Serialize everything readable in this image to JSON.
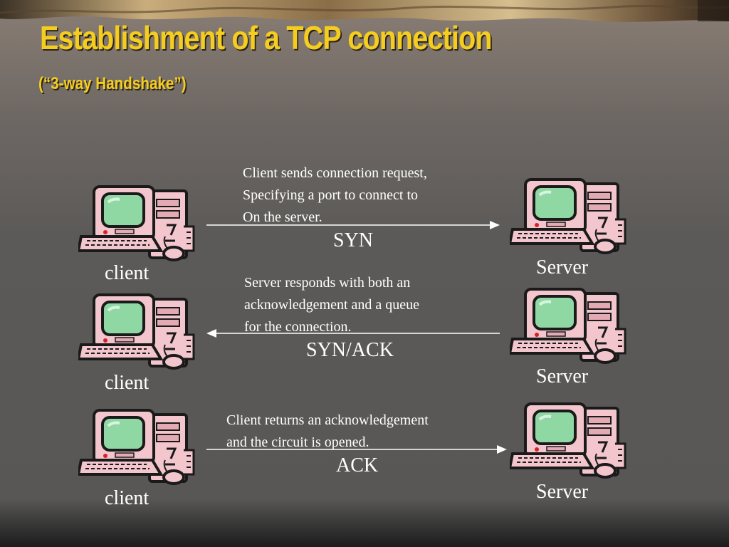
{
  "slide": {
    "title": "Establishment of a TCP connection",
    "subtitle": "(“3-way Handshake”)",
    "colors": {
      "title": "#f5cd1e",
      "text": "#ffffff",
      "arrow": "#ffffff",
      "background": "#585756"
    }
  },
  "diagram": {
    "steps": [
      {
        "description": "Client sends connection request,\nSpecifying a port to connect to\nOn the server.",
        "message": "SYN",
        "direction": "client-to-server",
        "client_label": "client",
        "server_label": "Server"
      },
      {
        "description": "Server responds with both an\nacknowledgement and a queue\nfor the connection.",
        "message": "SYN/ACK",
        "direction": "server-to-client",
        "client_label": "client",
        "server_label": "Server"
      },
      {
        "description": "Client returns an acknowledgement\nand the circuit is opened.",
        "message": "ACK",
        "direction": "client-to-server",
        "client_label": "client",
        "server_label": "Server"
      }
    ]
  }
}
